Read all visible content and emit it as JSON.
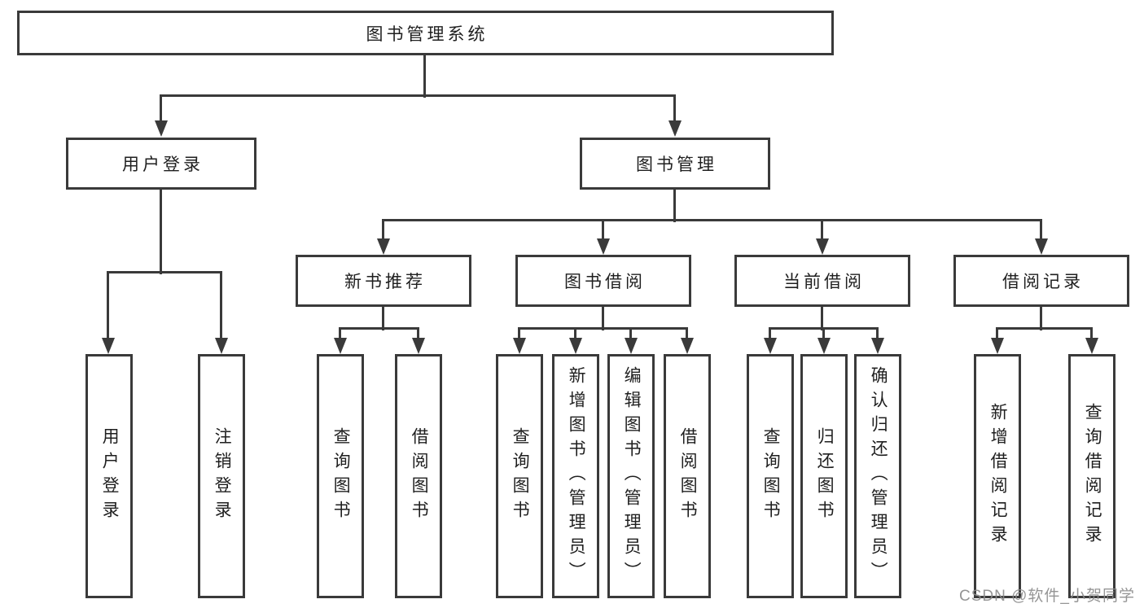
{
  "colors": {
    "background": "#ffffff",
    "border": "#3a3a3a",
    "line": "#3a3a3a",
    "text": "#1f1f1f",
    "watermark": "#8a8a8a"
  },
  "tree": {
    "root": {
      "label": "图书管理系统"
    },
    "level2": {
      "user_login": {
        "label": "用户登录"
      },
      "book_management": {
        "label": "图书管理"
      }
    },
    "level3": {
      "new_book_recommend": {
        "label": "新书推荐"
      },
      "book_borrowing": {
        "label": "图书借阅"
      },
      "current_borrowing": {
        "label": "当前借阅"
      },
      "borrow_records": {
        "label": "借阅记录"
      }
    },
    "leaves": {
      "user_login": {
        "label": "用户登录"
      },
      "logout": {
        "label": "注销登录"
      },
      "recommend_query_books": {
        "label": "查询图书"
      },
      "recommend_borrow_books": {
        "label": "借阅图书"
      },
      "borrowing_query_books": {
        "label": "查询图书"
      },
      "borrowing_add_books": {
        "label": "新增图书（管理员）"
      },
      "borrowing_edit_books": {
        "label": "编辑图书（管理员）"
      },
      "borrowing_borrow_books": {
        "label": "借阅图书"
      },
      "current_query_books": {
        "label": "查询图书"
      },
      "current_return_books": {
        "label": "归还图书"
      },
      "current_confirm_return": {
        "label": "确认归还（管理员）"
      },
      "records_add_record": {
        "label": "新增借阅记录"
      },
      "records_query_record": {
        "label": "查询借阅记录"
      }
    }
  },
  "watermark": "CSDN @软件_小贺同学"
}
